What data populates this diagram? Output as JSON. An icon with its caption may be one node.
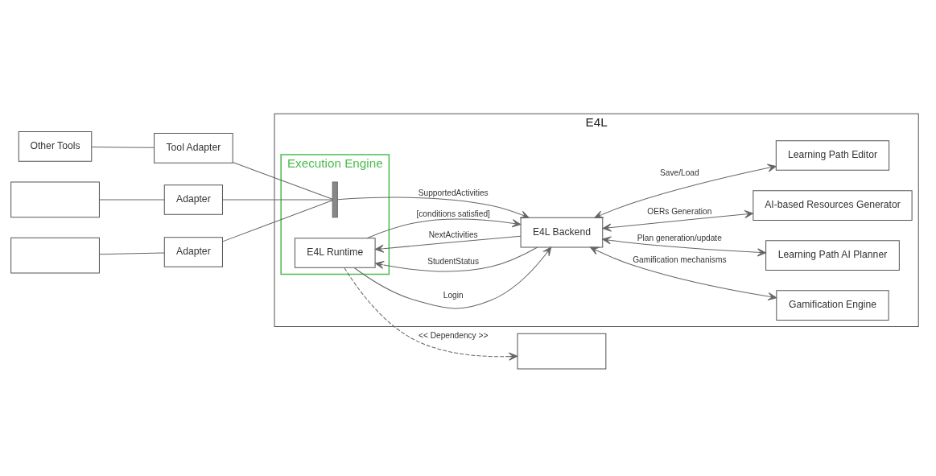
{
  "diagram": {
    "nodes": [
      {
        "text": [
          "E4L"
        ]
      },
      {
        "text": [
          "Execution Engine"
        ],
        "in": 0
      },
      {
        "text": [
          "Other Tools"
        ]
      },
      {
        "text": [
          "Tool Adapter"
        ]
      },
      {
        "text": [],
        "shape": "box"
      },
      {
        "text": [
          "Adapter"
        ]
      },
      {
        "text": [],
        "shape": "box"
      },
      {
        "text": [
          "Adapter"
        ]
      },
      {
        "text": [],
        "shape": "box"
      },
      {
        "text": [
          "E4L Runtime"
        ],
        "in": 1
      },
      {
        "text": [],
        "shape": "bar",
        "in": 1
      },
      {
        "text": [
          "E4L Backend"
        ],
        "in": 0
      },
      {
        "text": [
          "Gamification Engine"
        ],
        "in": 0
      },
      {
        "text": [
          "Learning Path AI Planner"
        ],
        "in": 0
      },
      {
        "text": [
          "AI-based Resources Generator"
        ],
        "in": 0
      },
      {
        "text": [
          "Learning Path Editor"
        ],
        "in": 0
      }
    ],
    "edges": [
      {
        "from": 2,
        "to": 3,
        "arrow": "none"
      },
      {
        "from": 4,
        "to": 5,
        "arrow": "none"
      },
      {
        "from": 6,
        "to": 7,
        "arrow": "none"
      },
      {
        "from": 3,
        "to": 10,
        "arrow": "none"
      },
      {
        "from": 5,
        "to": 10,
        "arrow": "none"
      },
      {
        "from": 7,
        "to": 10,
        "arrow": "none"
      },
      {
        "from": 10,
        "to": 11,
        "arrow": "to",
        "label": "SupportedActivities"
      },
      {
        "from": 9,
        "to": 11,
        "arrow": "to",
        "label": "Login"
      },
      {
        "from": 11,
        "to": 9,
        "arrow": "to",
        "label": "StudentStatus"
      },
      {
        "from": 9,
        "to": 11,
        "arrow": "to",
        "label": "[conditions satisfied]"
      },
      {
        "from": 11,
        "to": 9,
        "arrow": "to",
        "label": "NextActivities"
      },
      {
        "from": 9,
        "to": 8,
        "arrow": "to",
        "label": "<< Dependency >>",
        "style": "dashed"
      },
      {
        "from": 11,
        "to": 12,
        "arrow": "both",
        "label": "Gamification mechanisms"
      },
      {
        "from": 11,
        "to": 13,
        "arrow": "both",
        "label": "Plan generation/update"
      },
      {
        "from": 11,
        "to": 14,
        "arrow": "both",
        "label": "OERs Generation"
      },
      {
        "from": 11,
        "to": 15,
        "arrow": "both",
        "label": "Save/Load"
      }
    ]
  }
}
